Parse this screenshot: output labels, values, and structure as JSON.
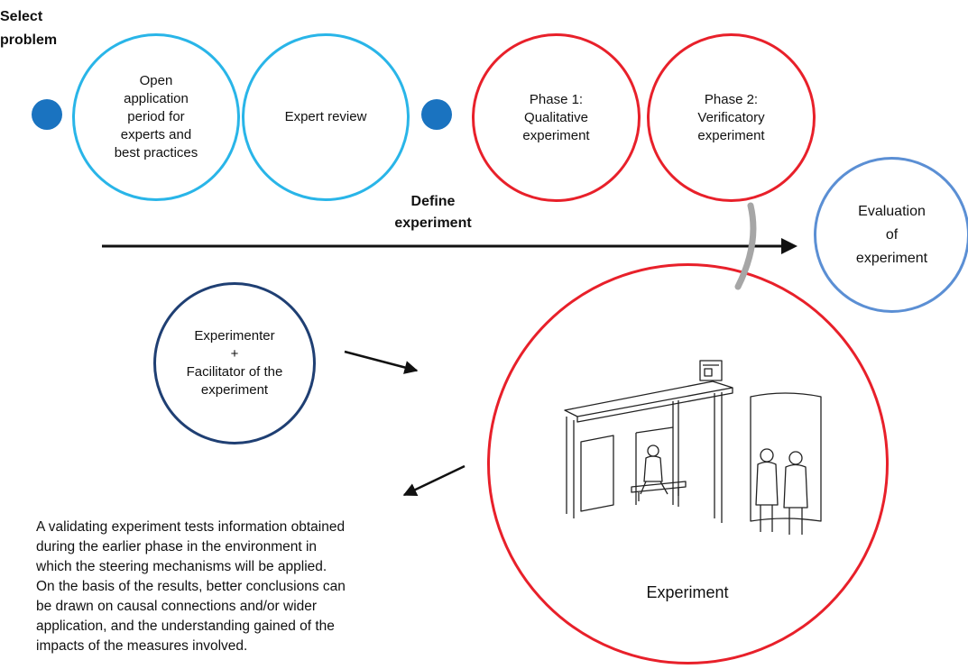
{
  "diagram": {
    "select_problem": "Select\nproblem",
    "stage_open_application": "Open\napplication\nperiod for\nexperts and\nbest practices",
    "stage_expert_review": "Expert review",
    "stage_phase1": "Phase 1:\nQualitative\nexperiment",
    "stage_phase2": "Phase 2:\nVerificatory\nexperiment",
    "define_experiment": "Define\nexperiment",
    "evaluation": "Evaluation\nof\nexperiment",
    "experimenter": "Experimenter\n+\nFacilitator of the\nexperiment",
    "experiment": "Experiment",
    "description": "A validating experiment tests information obtained\nduring the earlier phase in the environment in\nwhich the steering mechanisms will be applied.\nOn the basis of the results, better conclusions can\nbe drawn on causal connections and/or wider\napplication, and the understanding gained of the\nimpacts of the measures involved."
  },
  "colors": {
    "light_blue": "#29b5e8",
    "red": "#e8202a",
    "mid_blue": "#5b8fd4",
    "dark_blue": "#1f3f73",
    "dot_blue": "#1a73c0",
    "connector_gray": "#a6a6a6"
  }
}
